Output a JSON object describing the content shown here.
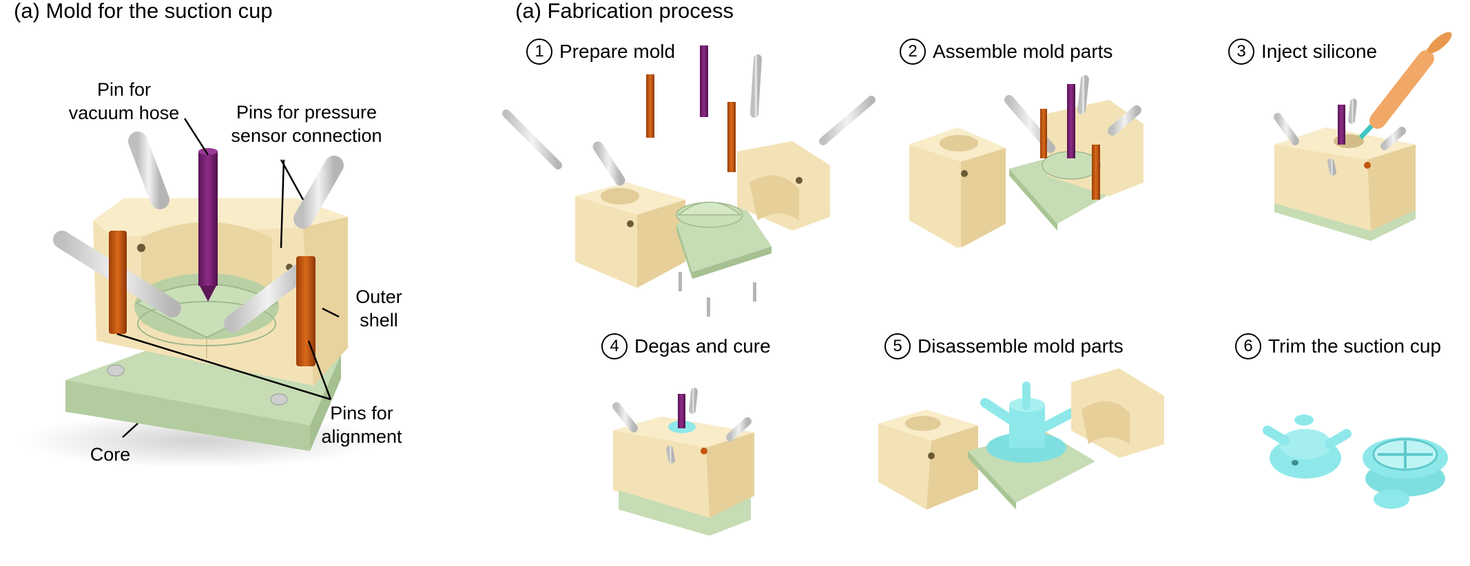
{
  "panel_a": {
    "title": "(a) Mold for the suction cup",
    "labels": {
      "pin_vacuum": [
        "Pin for",
        "vacuum hose"
      ],
      "pins_pressure": [
        "Pins for pressure",
        "sensor connection"
      ],
      "outer_shell": [
        "Outer",
        "shell"
      ],
      "pins_alignment": [
        "Pins for",
        "alignment"
      ],
      "core": "Core"
    }
  },
  "panel_b": {
    "title": "(a) Fabrication process",
    "steps": [
      {
        "num": "1",
        "label": "Prepare mold"
      },
      {
        "num": "2",
        "label": "Assemble mold parts"
      },
      {
        "num": "3",
        "label": "Inject silicone"
      },
      {
        "num": "4",
        "label": "Degas and cure"
      },
      {
        "num": "5",
        "label": "Disassemble mold parts"
      },
      {
        "num": "6",
        "label": "Trim the suction cup"
      }
    ]
  },
  "colors": {
    "shell": "#f3e2b6",
    "core": "#c9dfb8",
    "pin_purple": "#74206f",
    "pin_orange": "#c4570f",
    "pin_gray": "#dcdcdc",
    "silicone": "#8ee8ea",
    "syringe": "#f1a867"
  }
}
